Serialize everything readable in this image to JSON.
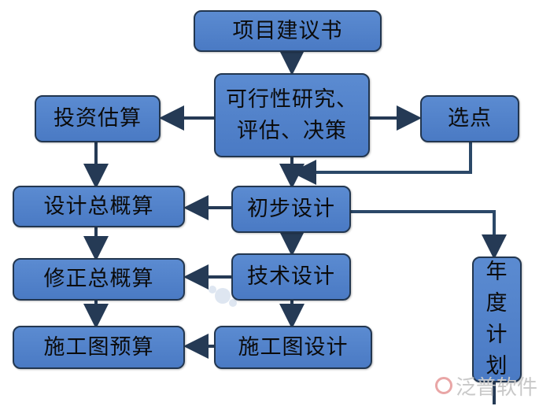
{
  "nodes": {
    "proposal": "项目建议书",
    "feasibility": "可行性研究、\n评估、决策",
    "investment_estimate": "投资估算",
    "site_selection": "选点",
    "preliminary_design": "初步设计",
    "design_budget": "设计总概算",
    "technical_design": "技术设计",
    "revised_budget": "修正总概算",
    "construction_drawing": "施工图设计",
    "construction_budget": "施工图预算",
    "annual_plan": "年\n度\n计\n划"
  },
  "watermark": {
    "text": "泛普软件"
  }
}
